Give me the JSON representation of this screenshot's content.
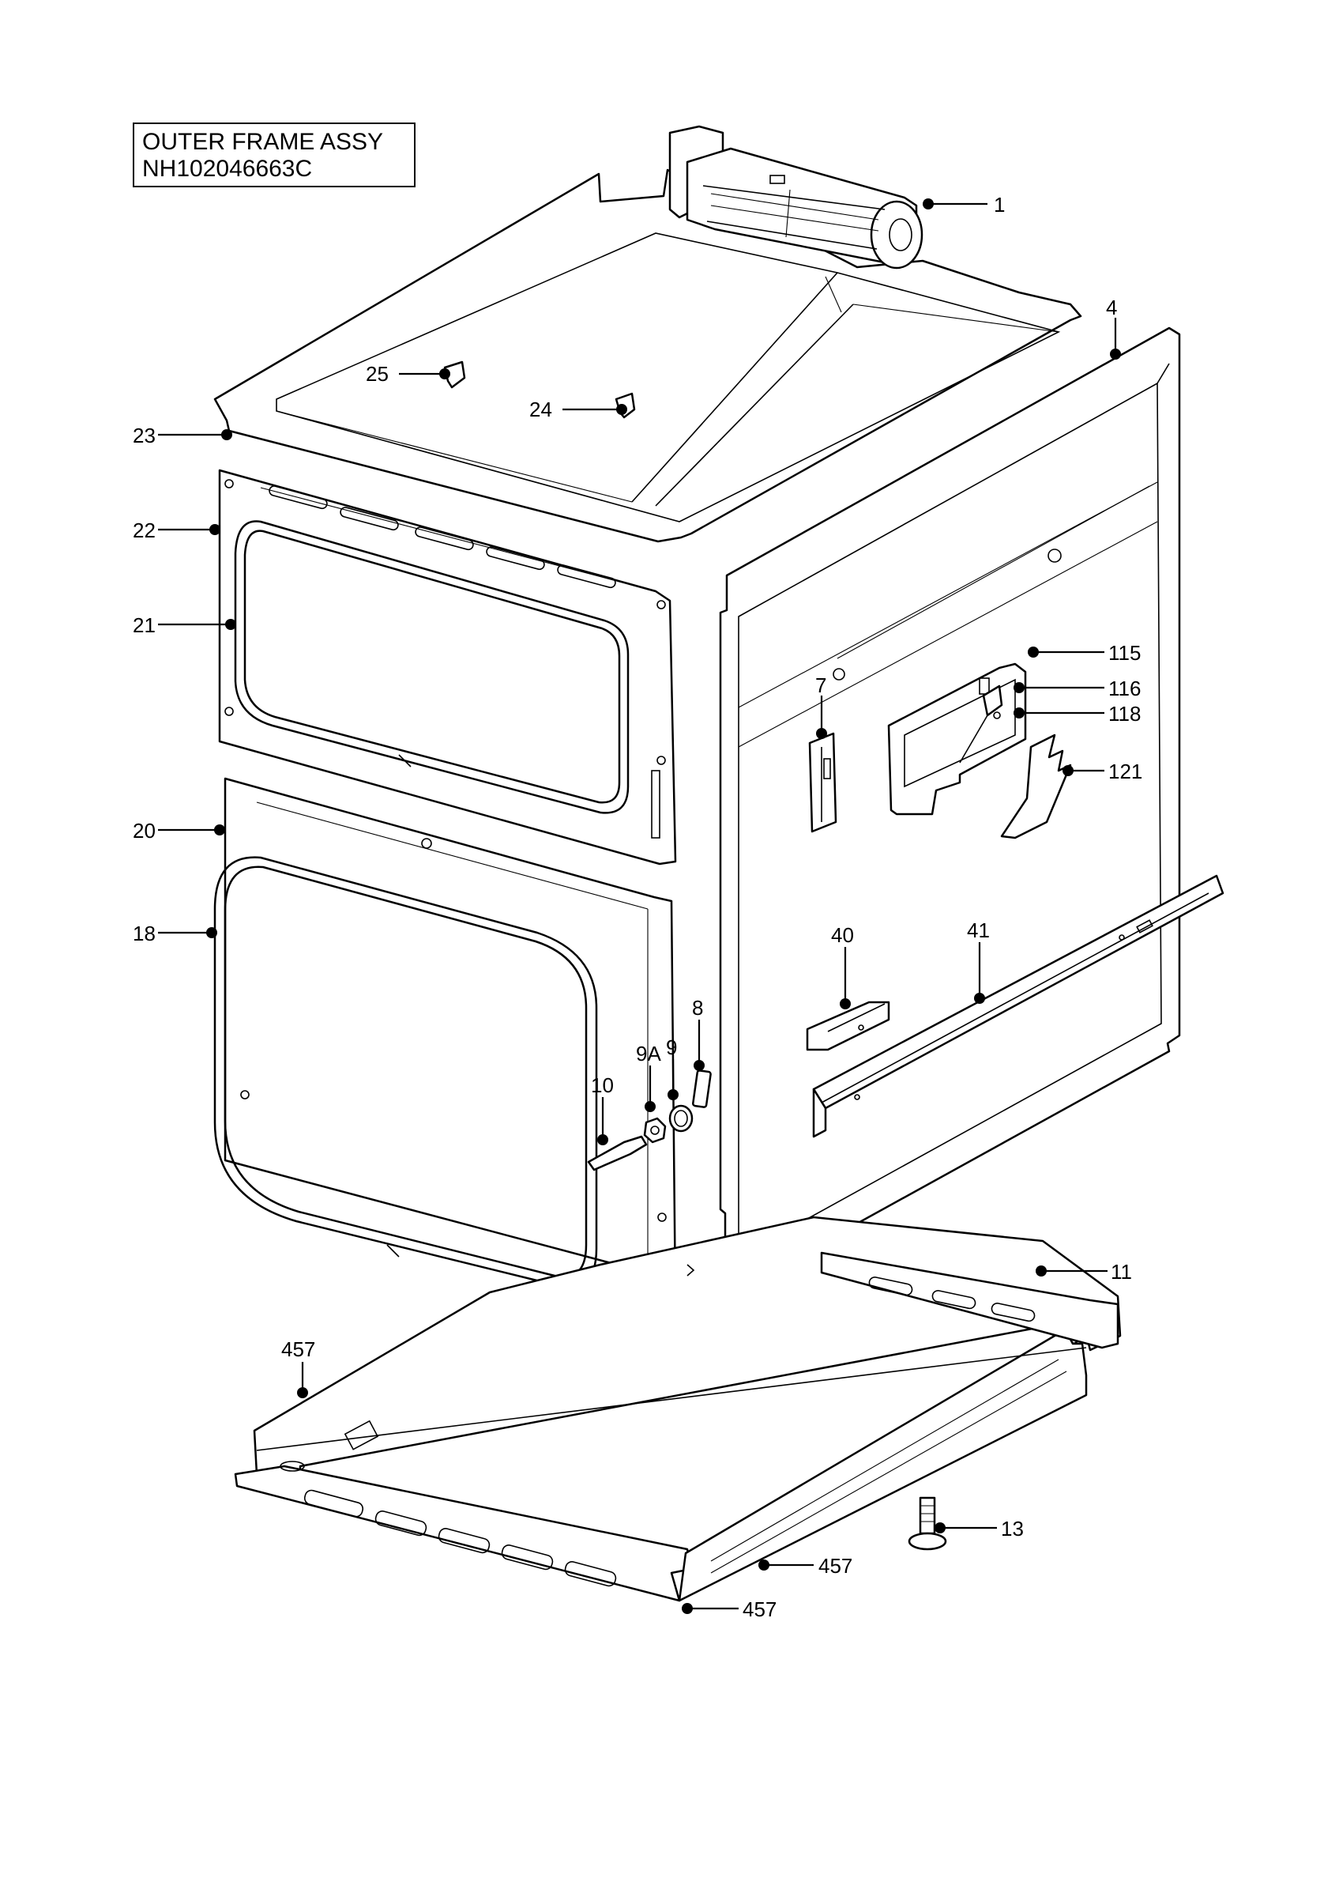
{
  "title": {
    "line1": "OUTER FRAME ASSY",
    "line2": "NH102046663C"
  },
  "callouts": {
    "c1": "1",
    "c4": "4",
    "c7": "7",
    "c8": "8",
    "c9": "9",
    "c9a": "9A",
    "c10": "10",
    "c11": "11",
    "c13": "13",
    "c18": "18",
    "c20": "20",
    "c21": "21",
    "c22": "22",
    "c23": "23",
    "c24": "24",
    "c25": "25",
    "c40": "40",
    "c41": "41",
    "c115": "115",
    "c116": "116",
    "c118": "118",
    "c121": "121",
    "c457a": "457",
    "c457b": "457",
    "c457c": "457"
  }
}
